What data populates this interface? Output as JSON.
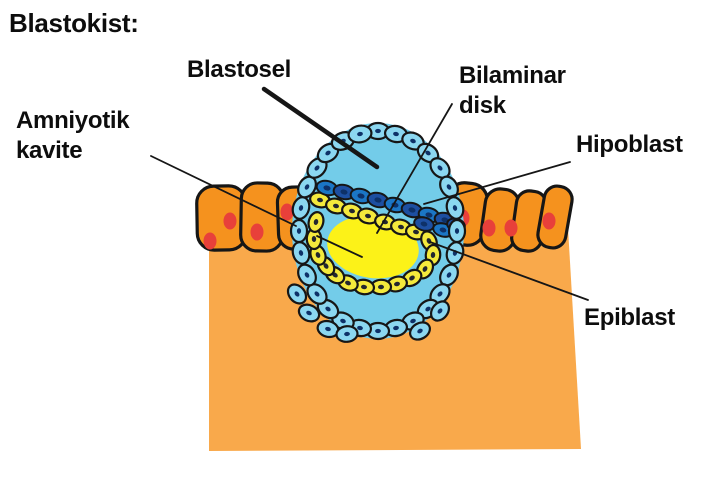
{
  "title": "Blastokist:",
  "labels": {
    "blastosel": "Blastosel",
    "amniyotik_line1": "Amniyotik",
    "amniyotik_line2": "kavite",
    "bilaminar_line1": "Bilaminar",
    "bilaminar_line2": "disk",
    "hipoblast": "Hipoblast",
    "epiblast": "Epiblast"
  },
  "structures": [
    "blastocyst",
    "blastocoel",
    "amniotic-cavity",
    "bilaminar-disc",
    "hypoblast-layer",
    "epiblast-layer",
    "trophoblast-ring",
    "uterine-epithelium",
    "endometrial-stroma"
  ],
  "colors": {
    "text": "#0D0D0D",
    "line": "#161616",
    "stroma": "#F9A94B",
    "epithelium": "#F5921E",
    "nucleus_red": "#E8403A",
    "trophoblast": "#8BD7F0",
    "blastocoel": "#73CCE9",
    "hypoblast_medium": "#1B76C5",
    "hypoblast_dark": "#1D4FA1",
    "cell_nucleus": "#0E3168",
    "epiblast_yellow": "#F4E93C",
    "amniotic_cavity": "#FCF218",
    "yellow_nucleus": "#23262F"
  }
}
